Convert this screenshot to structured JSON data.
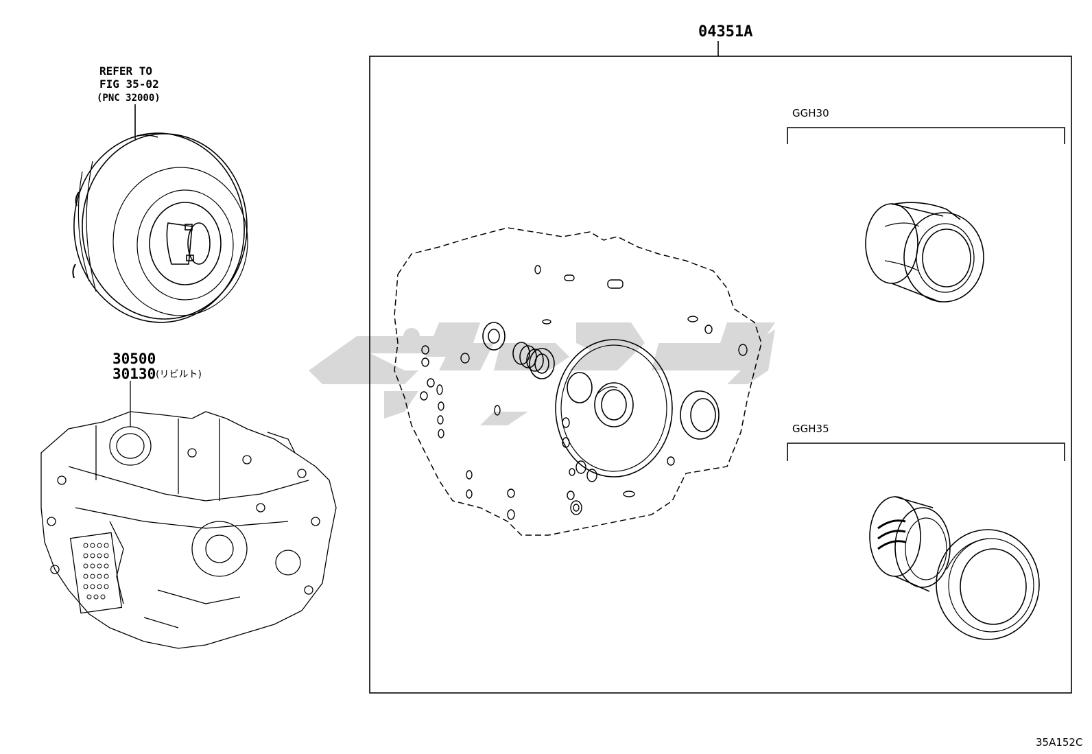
{
  "labels": {
    "kit_number": "04351A",
    "refer_line1": "REFER TO",
    "refer_line2": "FIG 35-02",
    "refer_line3": "(PNC 32000)",
    "part_30500": "30500",
    "part_30130": "30130",
    "part_30130_note": "(リビルト)",
    "variant_ggh30": "GGH30",
    "variant_ggh35": "GGH35",
    "figure_code": "35A152C"
  },
  "icons": {
    "torque_converter": "torque-converter-icon",
    "transaxle": "transaxle-assembly-icon",
    "gasket_kit": "gasket-kit-icon",
    "bearing_ggh30": "bearing-ggh30-icon",
    "bearing_ggh35": "bearing-ggh35-icon",
    "watermark": "watermark-logo-icon"
  },
  "colors": {
    "line": "#000000",
    "background": "#ffffff",
    "watermark": "#d0d0d0"
  }
}
